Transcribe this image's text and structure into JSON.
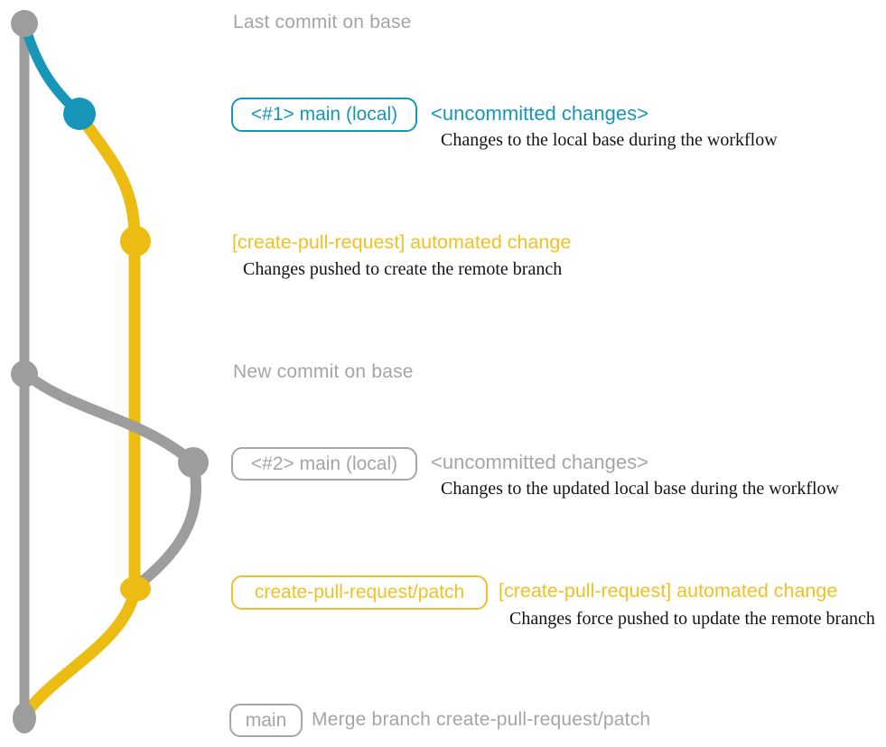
{
  "colors": {
    "line_gray": "#9d9d9d",
    "text_gray": "#a5a5a5",
    "blue": "#1796ba",
    "yellow": "#edbc13",
    "yellow_text": "#f0c125",
    "caption_black": "#141414",
    "background": "#ffffff"
  },
  "graph": {
    "nodes": [
      {
        "id": "last-commit-on-base",
        "color": "gray"
      },
      {
        "id": "local-main-1",
        "color": "blue"
      },
      {
        "id": "automated-change-1",
        "color": "yellow"
      },
      {
        "id": "new-commit-on-base",
        "color": "gray"
      },
      {
        "id": "local-main-2",
        "color": "gray"
      },
      {
        "id": "patch-branch-commit",
        "color": "yellow"
      },
      {
        "id": "merge-commit",
        "color": "gray"
      }
    ],
    "edges": [
      {
        "id": "base-branch-line",
        "color": "gray"
      },
      {
        "id": "local-base-branch-1",
        "color": "blue"
      },
      {
        "id": "patch-branch-line",
        "color": "yellow"
      },
      {
        "id": "rebase-curve-1",
        "color": "gray"
      },
      {
        "id": "rebase-curve-2",
        "color": "gray"
      },
      {
        "id": "merge-curve",
        "color": "yellow"
      }
    ]
  },
  "labels": {
    "last_commit": "Last commit on base",
    "branch1_box": "<#1> main (local)",
    "uncommitted1": "<uncommitted changes>",
    "caption1": "Changes to the local base during the workflow",
    "automated1": "[create-pull-request] automated change",
    "caption2": "Changes pushed to create the remote branch",
    "new_commit": "New commit on base",
    "branch2_box": "<#2> main (local)",
    "uncommitted2": "<uncommitted changes>",
    "caption3": "Changes to the updated local base during the workflow",
    "patch_box": "create-pull-request/patch",
    "automated2": "[create-pull-request] automated change",
    "caption4": "Changes force pushed to update the remote branch",
    "main_box": "main",
    "merge_caption": "Merge branch create-pull-request/patch"
  }
}
